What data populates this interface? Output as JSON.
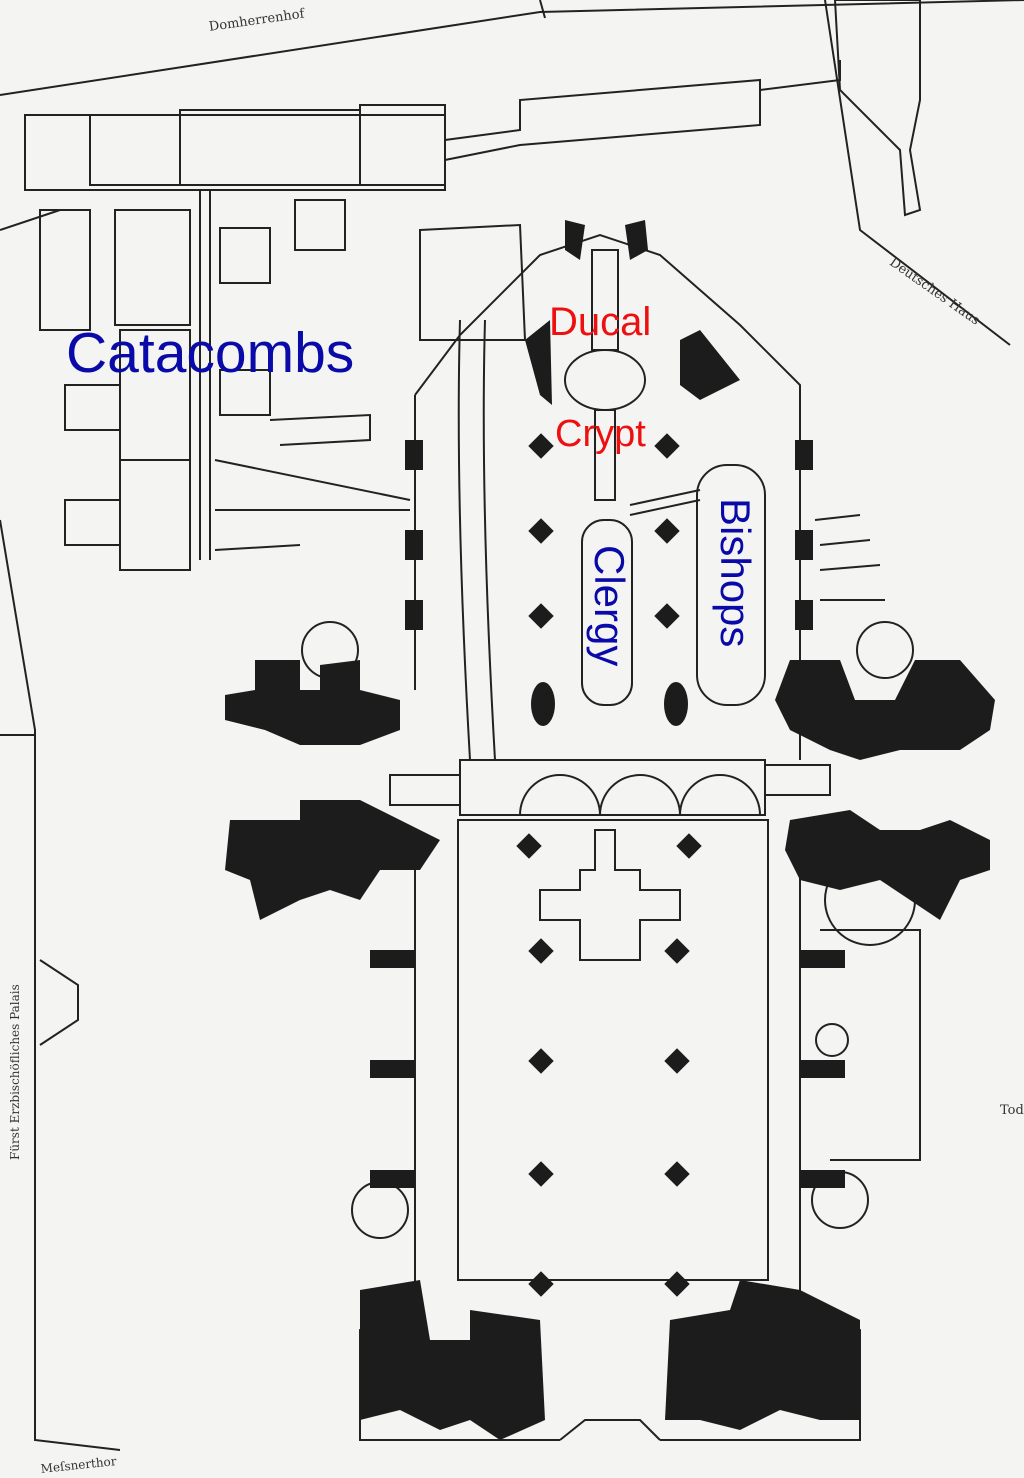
{
  "map": {
    "street_labels": {
      "domherrenhof": "Domherrenhof",
      "deutsches_haus": "Deutsches Haus",
      "palais": "Fürst Erzbischöfliches Palais",
      "todt": "Tod",
      "messnerthor": "Meſsnerthor"
    },
    "overlay_labels": {
      "catacombs": "Catacombs",
      "ducal": "Ducal",
      "crypt": "Crypt",
      "clergy": "Clergy",
      "bishops": "Bishops"
    },
    "colors": {
      "background": "#f4f4f2",
      "walls": "#1c1c1c",
      "blue_labels": "#0a0aa8",
      "red_labels": "#ee1010"
    }
  }
}
